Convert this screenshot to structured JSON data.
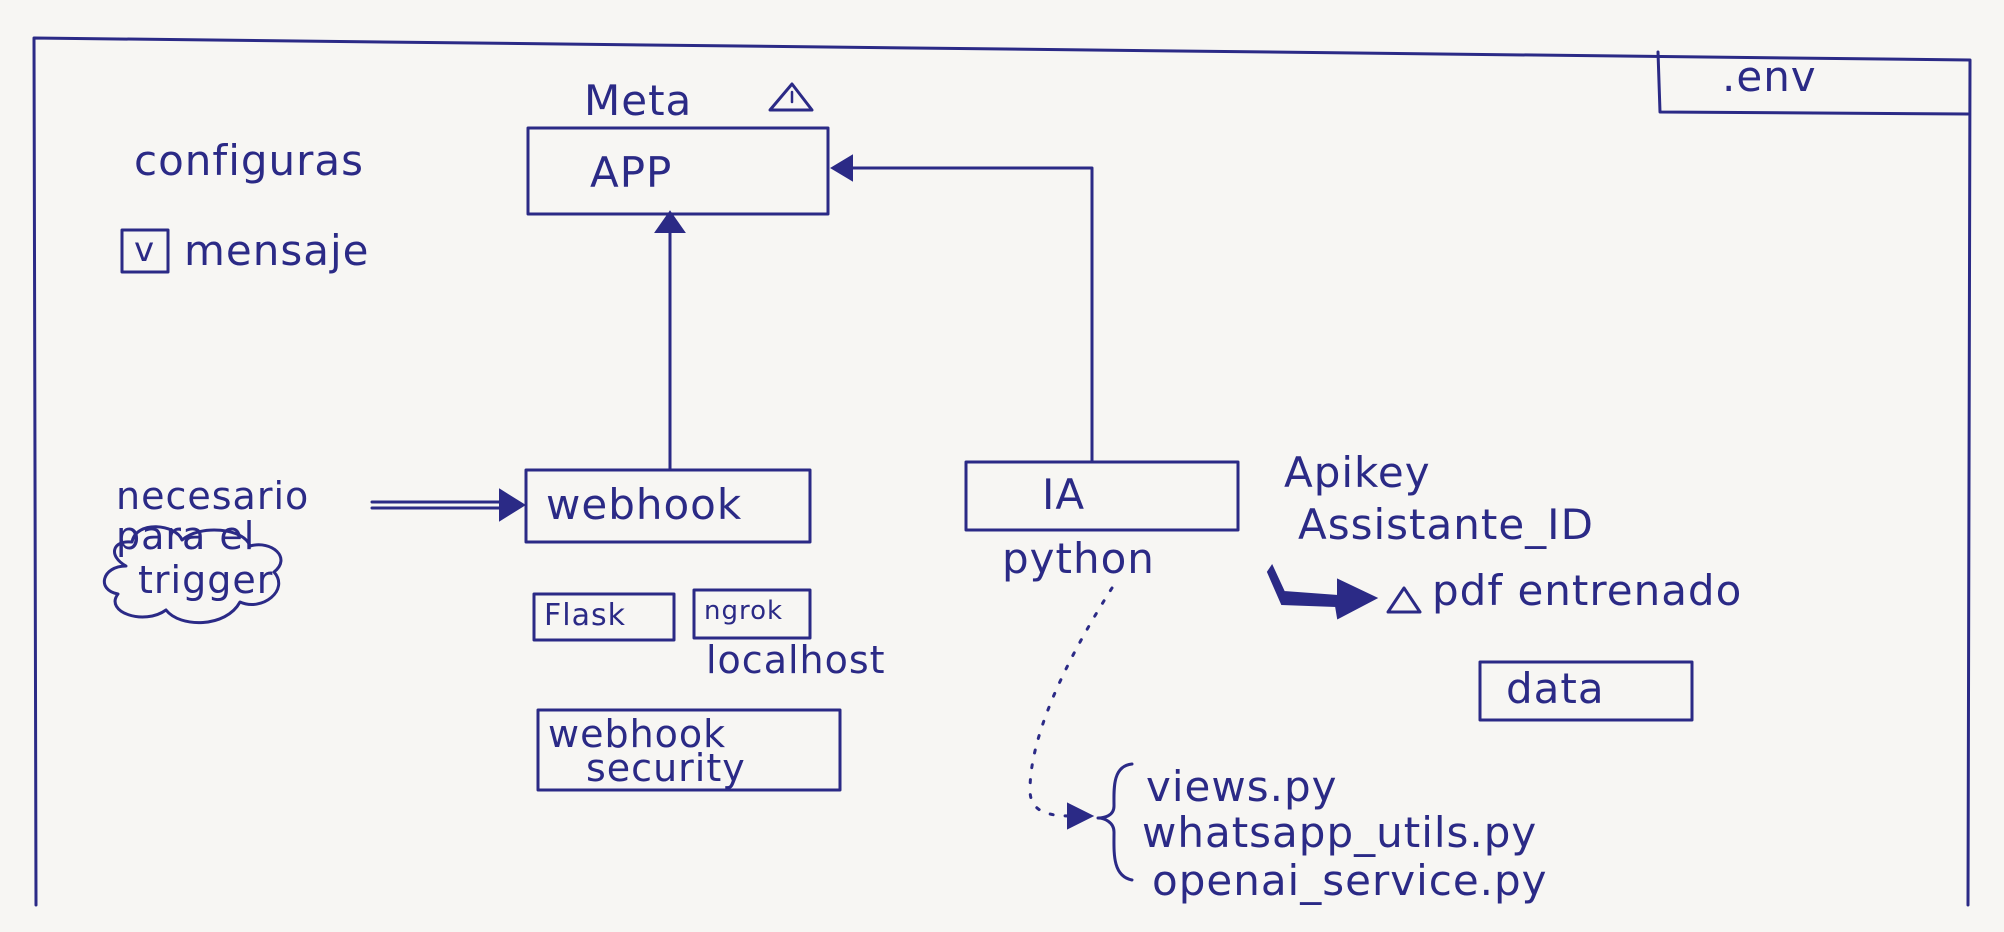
{
  "corner_label": ".env",
  "meta_label": "Meta",
  "app_label": "APP",
  "configuras_label": "configuras",
  "checkbox_mark": "v",
  "mensaje_label": "mensaje",
  "webhook_label": "webhook",
  "necesario_lines": [
    "necesario",
    "para el"
  ],
  "trigger_label": "trigger",
  "flask_label": "Flask",
  "ngrok_label": "ngrok",
  "localhost_label": "localhost",
  "webhook_security_lines": [
    "webhook",
    "security"
  ],
  "ia_label": "IA",
  "python_label": "python",
  "apikey_label": "Apikey",
  "assistant_label": "Assistante_ID",
  "pdf_label": "pdf entrenado",
  "data_label": "data",
  "files": [
    "views.py",
    "whatsapp_utils.py",
    "openai_service.py"
  ],
  "colors": {
    "ink": "#2b2a86",
    "paper": "#f7f6f3"
  }
}
